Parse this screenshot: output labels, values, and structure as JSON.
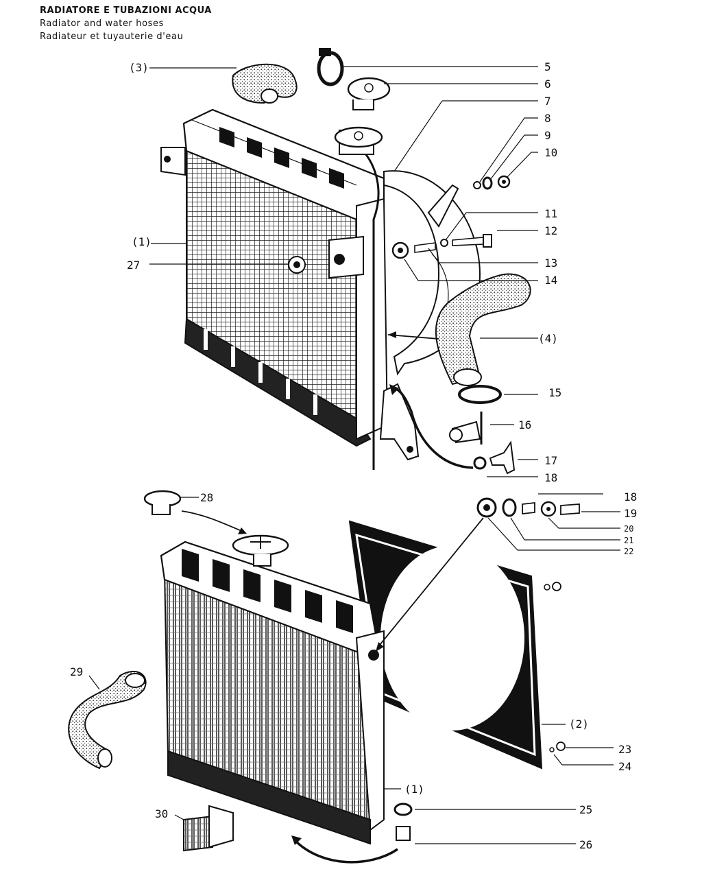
{
  "header": {
    "title_it": "RADIATORE E TUBAZIONI ACQUA",
    "title_en": "Radiator and water hoses",
    "title_fr": "Radiateur et tuyauterie d'eau"
  },
  "callouts": {
    "c3": "(3)",
    "c5": "5",
    "c6": "6",
    "c7": "7",
    "c8": "8",
    "c9": "9",
    "c10": "10",
    "c1a": "(1)",
    "c11": "11",
    "c12": "12",
    "c27": "27",
    "c13": "13",
    "c14": "14",
    "c4": "(4)",
    "c15": "15",
    "c16": "16",
    "c17": "17",
    "c18a": "18",
    "c28": "28",
    "c18b": "18",
    "c19": "19",
    "c20": "20",
    "c21": "21",
    "c22": "22",
    "c29": "29",
    "c2": "(2)",
    "c23": "23",
    "c24": "24",
    "c1b": "(1)",
    "c30": "30",
    "c25": "25",
    "c26": "26"
  }
}
